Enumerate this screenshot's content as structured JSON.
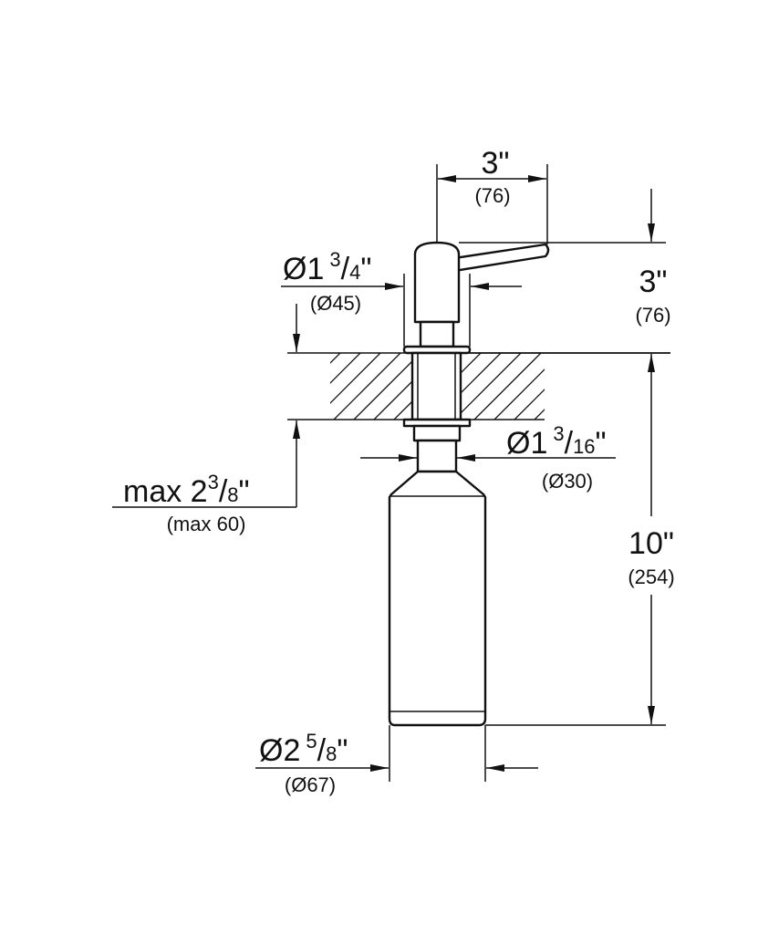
{
  "dimensions": {
    "lever_reach": {
      "imperial": "3\"",
      "metric": "(76)"
    },
    "head_height": {
      "imperial": "3\"",
      "metric": "(76)"
    },
    "head_diameter": {
      "prefix": "Ø1",
      "num": "3",
      "den": "4",
      "suffix": "\"",
      "metric": "(Ø45)"
    },
    "shank_diameter": {
      "prefix": "Ø1",
      "num": "3",
      "den": "16",
      "suffix": "\"",
      "metric": "(Ø30)"
    },
    "max_deck_thickness": {
      "prefix": "max 2",
      "num": "3",
      "den": "8",
      "suffix": "\"",
      "metric": "(max 60)"
    },
    "bottle_length": {
      "imperial": "10\"",
      "metric": "(254)"
    },
    "bottle_diameter": {
      "prefix": "Ø2",
      "num": "5",
      "den": "8",
      "suffix": "\"",
      "metric": "(Ø67)"
    }
  }
}
